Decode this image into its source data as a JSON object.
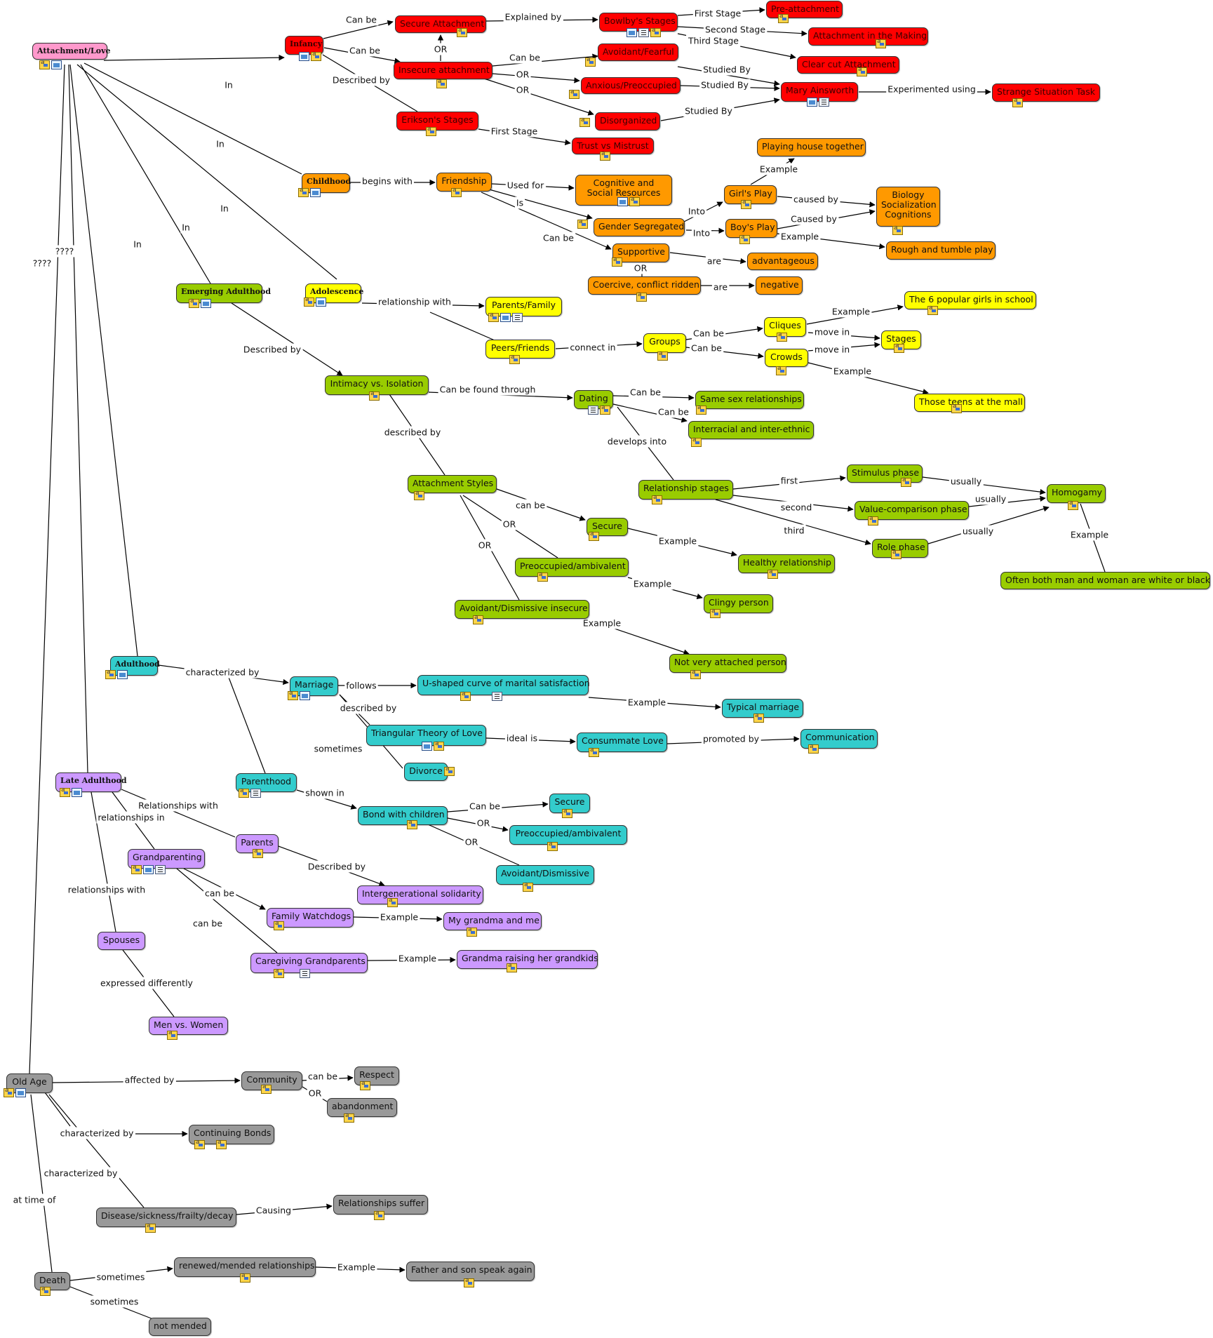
{
  "colors": {
    "red": "#ff0000",
    "orange": "#ff9900",
    "yellow": "#ffff00",
    "green": "#99cc00",
    "teal": "#33cccc",
    "purple": "#cc99ff",
    "gray": "#999999",
    "pink": "#ff99cc"
  },
  "concepts": {
    "attachment_love": "Attachment/Love",
    "infancy": "Infancy",
    "secure_attachment": "Secure Attachment",
    "bowlbys_stages": "Bowlby's Stages",
    "pre_attachment": "Pre-attachment",
    "attachment_in_making": "Attachment in the Making",
    "clear_cut_attachment": "Clear cut Attachment",
    "insecure_attachment": "Insecure attachment",
    "avoidant_fearful": "Avoidant/Fearful",
    "anxious_preoccupied": "Anxious/Preoccupied",
    "disorganized": "Disorganized",
    "mary_ainsworth": "Mary Ainsworth",
    "strange_situation": "Strange Situation Task",
    "eriksons_stages": "Erikson's Stages",
    "trust_vs_mistrust": "Trust vs Mistrust",
    "childhood": "Childhood",
    "friendship": "Friendship",
    "cognitive_social": "Cognitive and Social Resources",
    "gender_segregated": "Gender Segregated",
    "girls_play": "Girl's Play",
    "boys_play": "Boy's Play",
    "playing_house": "Playing house together",
    "biology": "Biology Socialization Cognitions",
    "rough_tumble": "Rough and tumble play",
    "supportive": "Supportive",
    "advantageous": "advantageous",
    "coercive": "Coercive, conflict ridden",
    "negative": "negative",
    "adolescence": "Adolescence",
    "parents_family": "Parents/Family",
    "peers_friends": "Peers/Friends",
    "groups": "Groups",
    "cliques": "Cliques",
    "crowds": "Crowds",
    "stages": "Stages",
    "popular_girls": "The 6 popular girls in school",
    "teens_mall": "Those teens at the mall",
    "emerging_adulthood": "Emerging Adulthood",
    "intimacy_isolation": "Intimacy vs. Isolation",
    "dating": "Dating",
    "same_sex": "Same sex relationships",
    "interracial": "Interracial and inter-ethnic",
    "relationship_stages": "Relationship stages",
    "stimulus_phase": "Stimulus phase",
    "value_comparison": "Value-comparison phase",
    "role_phase": "Role phase",
    "homogamy": "Homogamy",
    "often_both": "Often both man and woman are white or black",
    "attachment_styles": "Attachment Styles",
    "secure_g": "Secure",
    "healthy_relationship": "Healthy relationship",
    "preoccupied_g": "Preoccupied/ambivalent",
    "clingy_person": "Clingy person",
    "avoidant_dismissive_insecure": "Avoidant/Dismissive insecure",
    "not_very_attached": "Not very attached person",
    "adulthood": "Adulthood",
    "marriage": "Marriage",
    "u_shaped": "U-shaped curve of marital satisfaction",
    "typical_marriage": "Typical marriage",
    "triangular_theory": "Triangular Theory of Love",
    "consummate_love": "Consummate Love",
    "communication": "Communication",
    "divorce": "Divorce",
    "parenthood": "Parenthood",
    "bond_children": "Bond with children",
    "secure_t": "Secure",
    "preoccupied_t": "Preoccupied/ambivalent",
    "avoidant_dismissive_t": "Avoidant/Dismissive",
    "late_adulthood": "Late Adulthood",
    "parents_p": "Parents",
    "intergenerational": "Intergenerational solidarity",
    "grandparenting": "Grandparenting",
    "family_watchdogs": "Family Watchdogs",
    "my_grandma": "My grandma and me",
    "caregiving_grandparents": "Caregiving Grandparents",
    "grandma_raising": "Grandma raising her grandkids",
    "spouses": "Spouses",
    "men_vs_women": "Men vs. Women",
    "old_age": "Old Age",
    "community": "Community",
    "respect": "Respect",
    "abandonment": "abandonment",
    "continuing_bonds": "Continuing Bonds",
    "disease": "Disease/sickness/frailty/decay",
    "relationships_suffer": "Relationships suffer",
    "death": "Death",
    "renewed_mended": "renewed/mended relationships",
    "father_son": "Father and son speak again",
    "not_mended": "not mended"
  },
  "links": {
    "in": "In",
    "can_be": "Can be",
    "can_be_lc": "can be",
    "or": "OR",
    "explained_by": "Explained by",
    "first_stage": "First Stage",
    "second_stage": "Second Stage",
    "third_stage": "Third Stage",
    "studied_by": "Studied By",
    "experimented_using": "Experimented using",
    "described_by": "Described by",
    "described_by_lc": "described by",
    "begins_with": "begins with",
    "used_for": "Used for",
    "is": "Is",
    "into": "Into",
    "example": "Example",
    "caused_by_lc": "caused by",
    "caused_by": "Caused by",
    "are": "are",
    "relationship_with": "relationship with",
    "connect_in": "connect in",
    "move_in": "move in",
    "can_be_found_through": "Can be found through",
    "develops_into": "develops into",
    "first": "first",
    "second": "second",
    "third": "third",
    "usually": "usually",
    "characterized_by": "characterized by",
    "follows": "follows",
    "sometimes": "sometimes",
    "ideal_is": "ideal is",
    "promoted_by": "promoted by",
    "shown_in": "shown in",
    "relationships_with_cap": "Relationships with",
    "relationships_in": "relationships in",
    "relationships_with": "relationships with",
    "expressed_differently": "expressed differently",
    "affected_by": "affected by",
    "causing": "Causing",
    "at_time_of": "at time of",
    "qqqq": "????"
  }
}
